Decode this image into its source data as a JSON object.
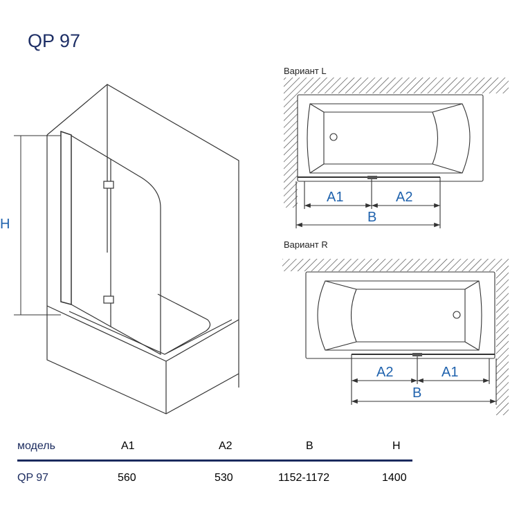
{
  "title": "QP 97",
  "drawing": {
    "height_label": "H",
    "variant_l": {
      "title": "Вариант L",
      "a1": "A1",
      "a2": "A2",
      "b": "B"
    },
    "variant_r": {
      "title": "Вариант R",
      "a1": "A1",
      "a2": "A2",
      "b": "B"
    }
  },
  "table": {
    "headers": [
      "модель",
      "A1",
      "A2",
      "B",
      "H"
    ],
    "rows": [
      [
        "QP 97",
        "560",
        "530",
        "1152-1172",
        "1400"
      ]
    ]
  },
  "colors": {
    "navy": "#1a2a5e",
    "dimension_blue": "#1f62ad"
  }
}
